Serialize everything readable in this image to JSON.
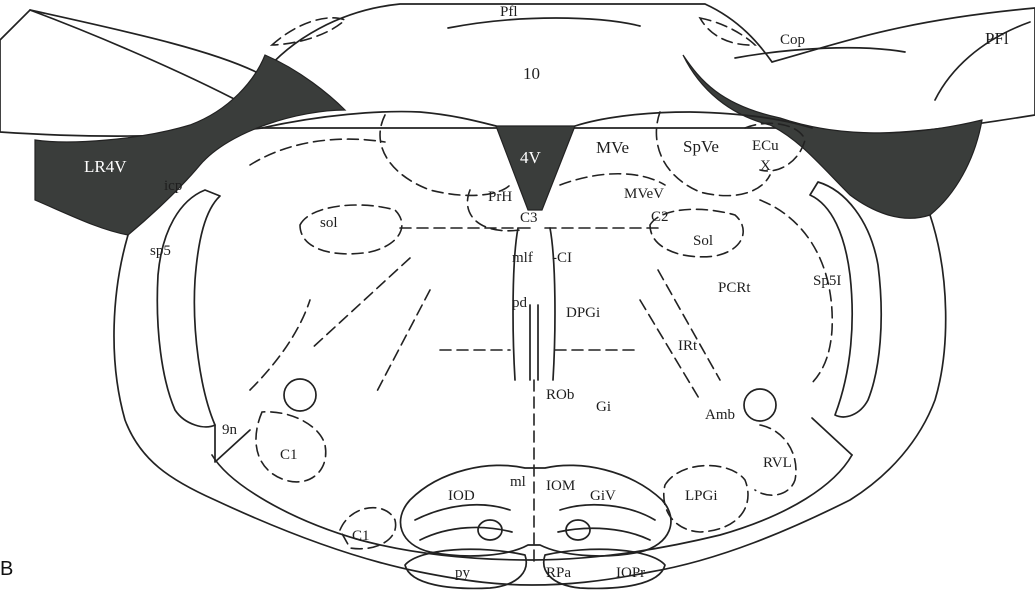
{
  "panel_label": "B",
  "regions": {
    "Pfl": "Pfl",
    "10": "10",
    "Cop": "Cop",
    "PFl": "PFl",
    "LR4V": "LR4V",
    "4V": "4V",
    "MVe": "MVe",
    "SpVe": "SpVe",
    "ECu": "ECu",
    "X": "X",
    "icp": "icp",
    "PrH": "PrH",
    "MVeV": "MVeV",
    "sol": "sol",
    "C3": "C3",
    "C2": "C2",
    "Sol": "Sol",
    "sp5": "sp5",
    "mlf": "mlf",
    "CI": "-CI",
    "PCRt": "PCRt",
    "Sp5I": "Sp5I",
    "pd": "pd",
    "DPGi": "DPGi",
    "IRt": "IRt",
    "ROb": "ROb",
    "Gi": "Gi",
    "Amb": "Amb",
    "9n": "9n",
    "C1a": "C1",
    "RVL": "RVL",
    "ml": "ml",
    "IOD": "IOD",
    "IOM": "IOM",
    "GiV": "GiV",
    "LPGi": "LPGi",
    "C1b": "C1",
    "py": "py",
    "RPa": "RPa",
    "IOPr": "IOPr"
  },
  "colors": {
    "ventricle_fill": "#3a3d3b",
    "line": "#222222",
    "background": "#ffffff"
  }
}
